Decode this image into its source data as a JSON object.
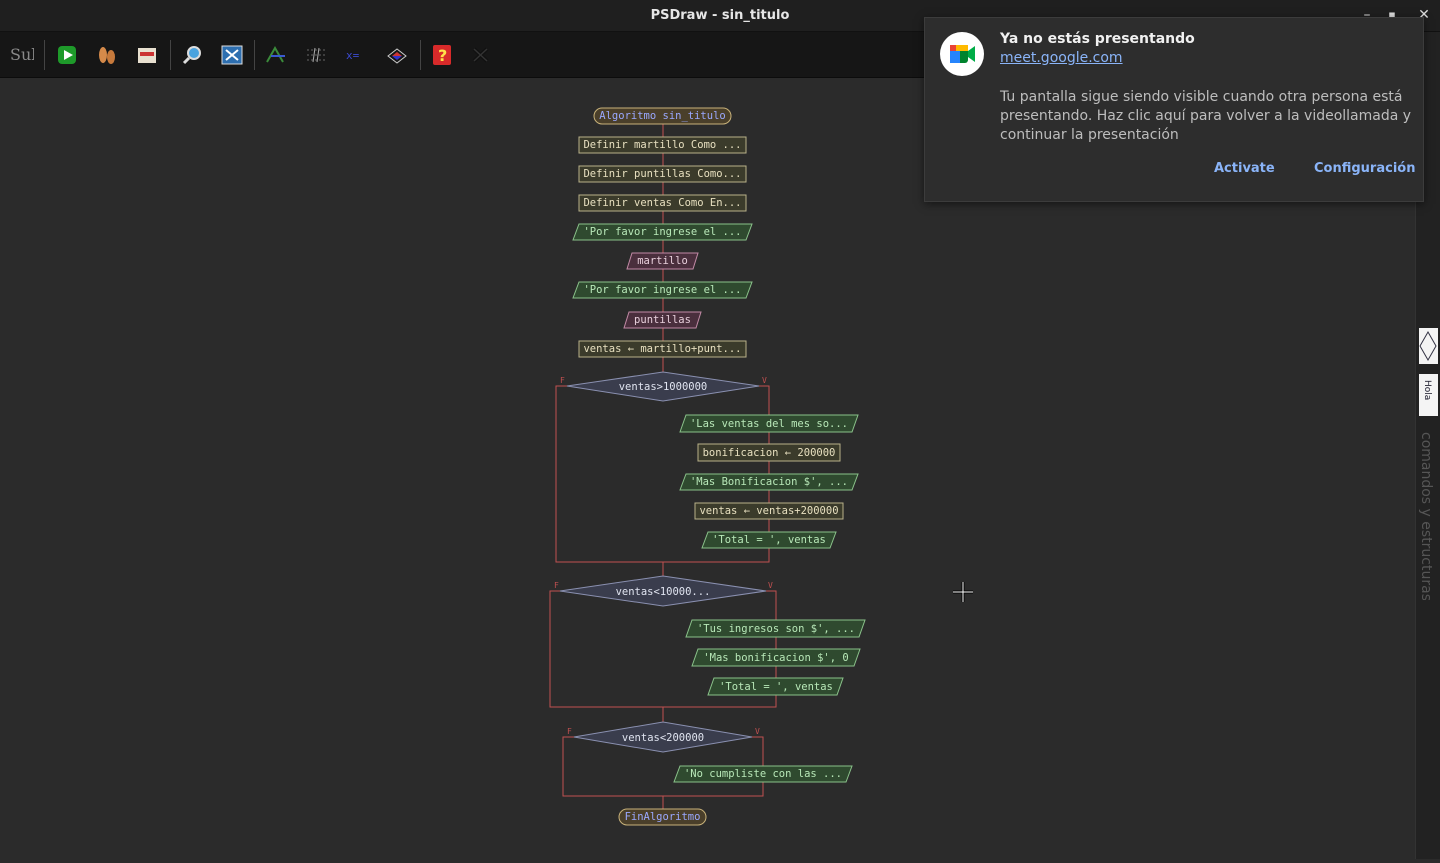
{
  "window": {
    "title": "PSDraw - sin_titulo"
  },
  "toolbar": {
    "buttons": [
      "sub-icon",
      "run-icon",
      "step-icon",
      "export-icon",
      "zoom-icon",
      "fit-icon",
      "style-icon",
      "comment-icon",
      "variables-icon",
      "color-icon",
      "help-icon",
      "close-icon"
    ]
  },
  "notification": {
    "title": "Ya no estás presentando",
    "source": "meet.google.com",
    "body": "Tu pantalla sigue siendo visible cuando otra persona está presentando. Haz clic aquí para volver a la videollamada y continuar la presentación",
    "action_primary": "Activate",
    "action_secondary": "Configuración"
  },
  "side_panel": {
    "vertical_label": "comandos y estructuras",
    "tab1": "Hola"
  },
  "flow": {
    "start": "Algoritmo sin_titulo",
    "def1": "Definir martillo Como ...",
    "def2": "Definir puntillas Como...",
    "def3": "Definir ventas Como En...",
    "out1": "'Por favor ingrese el ...",
    "in1": "martillo",
    "out2": "'Por favor ingrese el ...",
    "in2": "puntillas",
    "assign1": "ventas ← martillo+punt...",
    "cond1": "ventas>1000000",
    "c1_out1": "'Las ventas del mes so...",
    "c1_assign1": "bonificacion ← 200000",
    "c1_out2": "'Mas Bonificacion $', ...",
    "c1_assign2": "ventas ← ventas+200000",
    "c1_out3": "'Total = ', ventas",
    "cond2": "ventas<10000...",
    "c2_out1": "'Tus ingresos son $', ...",
    "c2_out2": "'Mas bonificacion $', 0",
    "c2_out3": "'Total = ', ventas",
    "cond3": "ventas<200000",
    "c3_out1": "'No cumpliste con las ...",
    "end": "FinAlgoritmo",
    "label_false": "F",
    "label_true": "V"
  },
  "colors": {
    "process_fill": "#3b3b2b",
    "process_stroke": "#b8b28a",
    "output_fill": "#2f4a2f",
    "input_fill": "#4a2f3d",
    "cond_fill": "#3a3d4d",
    "keyword": "#9aa8ff",
    "arrow": "#c05050"
  }
}
